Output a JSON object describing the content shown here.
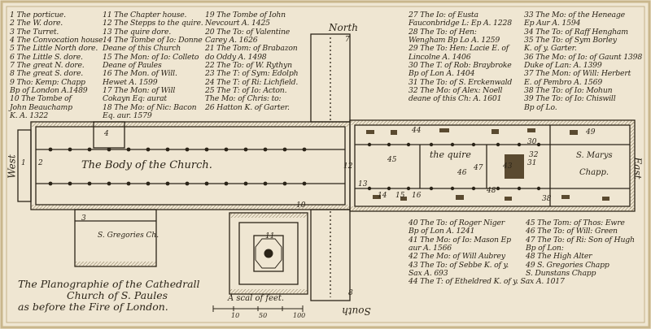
{
  "legend": {
    "col1": [
      "1 The porticue.",
      "2 The W. dore.",
      "3 The Turret.",
      "4 The Convocation house",
      "5 The Little North dore.",
      "6 The Little S. dore.",
      "7 The great N. dore.",
      "8 The great S. dore.",
      "9 Tho: Kemp: Chapp",
      "Bp of London A.1489",
      "10 The Tombe of",
      "John Beauchamp",
      "K. A. 1322"
    ],
    "col2": [
      "11 The Chapter house.",
      "12 The Stepps to the quire.",
      "13 The quire dore.",
      "14 The Tombe of Io: Donne",
      "Deane of this Church",
      "15 The Mon: of Io: Colleto",
      "Deane of Paules",
      "16 The Mon. of Will.",
      "Hewet A. 1599",
      "17 The Mon: of Will",
      "Cokayn Eq: aurat",
      "18 The Mo: of Nic: Bacon",
      "Eq. aur. 1579"
    ],
    "col3": [
      "19 The Tombe of Iohn",
      "Nevcourt A. 1425",
      "20 The To: of Valentine",
      "Carey A. 1626",
      "21 The Tom: of Brabazon",
      "do Oddy A. 1498",
      "22 The To: of W. Rythyn",
      "23 The T: of Sym: Edolph",
      "24 The T: of Ri: Lichfield.",
      "25 The T: of Io: Acton.",
      "The Mo: of Chris: to:",
      "26 Hatton K. of Garter."
    ],
    "col4": [
      "27 The Io: of Eusta",
      "Fauconbridge L: Ep A. 1228",
      "28 The To: of Hen:",
      "Wengham Bp Lo A. 1259",
      "29 The To: Hen: Lacie E. of",
      "Lincolne A. 1406",
      "30 The T. of Rob: Braybroke",
      "Bp of Lon A. 1404",
      "31 The To: of S. Erckenwald",
      "32 The Mo: of Alex: Noell",
      "deane of this Ch: A. 1601"
    ],
    "col5": [
      "33 The Mo: of the Heneage",
      "Ep Aur A. 1594",
      "34 The To: of Raff Hengham",
      "35 The To: of Sym Borley",
      "K. of y. Garter.",
      "36 The Mo: of Io: of Gaunt 1398",
      "Duke of Lan: A. 1399",
      "37 The Mon: of Will: Herbert",
      "E. of Pembro A. 1569",
      "38 The To: of Io: Mohun",
      "39 The To: of Io: Chiswill",
      "Bp of Lo."
    ],
    "col6": [
      "40 The To: of Roger Niger",
      "Bp of Lon A. 1241",
      "41 The Mo: of Io: Mason Ep",
      "aur A. 1566",
      "42 The Mo: of Will Aubrey",
      "43 The To: of Sebbe K. of y.",
      "Sax A. 693",
      "44 The T: of Etheldred K. of y. Sax A. 1017"
    ],
    "col7": [
      "45 The Tom: of Thos: Ewre",
      "46 The To: of Will: Green",
      "47 The To: of Ri: Son of Hugh",
      "Bp of Lon:",
      "48 The High Alter",
      "49 S. Gregories Chapp",
      "S. Dunstans Chapp"
    ]
  },
  "plan_labels": {
    "nave": "The Body of the Church.",
    "quire": "the quire",
    "marys_chapel": "S. Marys",
    "marys_chapel_2": "Chapp.",
    "gregory_chapel": "S. Gregories Ch.",
    "north": "North",
    "south": "South",
    "east": "East",
    "west": "West"
  },
  "plan_numbers": {
    "n1": "1",
    "n2": "2",
    "n3": "3",
    "n4": "4",
    "n7": "7",
    "n8": "8",
    "n10": "10",
    "n11": "11",
    "n12": "12",
    "n13": "13",
    "n14": "14",
    "n15": "15",
    "n16": "16",
    "n30": "30",
    "n31": "31",
    "n32": "32",
    "n38": "38",
    "n43": "43",
    "n44": "44",
    "n45": "45",
    "n46": "46",
    "n47": "47",
    "n48": "48",
    "n49": "49"
  },
  "title": [
    "The Planographie of the Cathedrall",
    "Church of S. Paules",
    "as before the Fire of London."
  ],
  "scale": {
    "label": "A scal of feet.",
    "ticks": [
      "10",
      "50",
      "100"
    ]
  },
  "colors": {
    "paper": "#efe6d2",
    "ink": "#2b2418",
    "frame": "#c9b68c"
  }
}
